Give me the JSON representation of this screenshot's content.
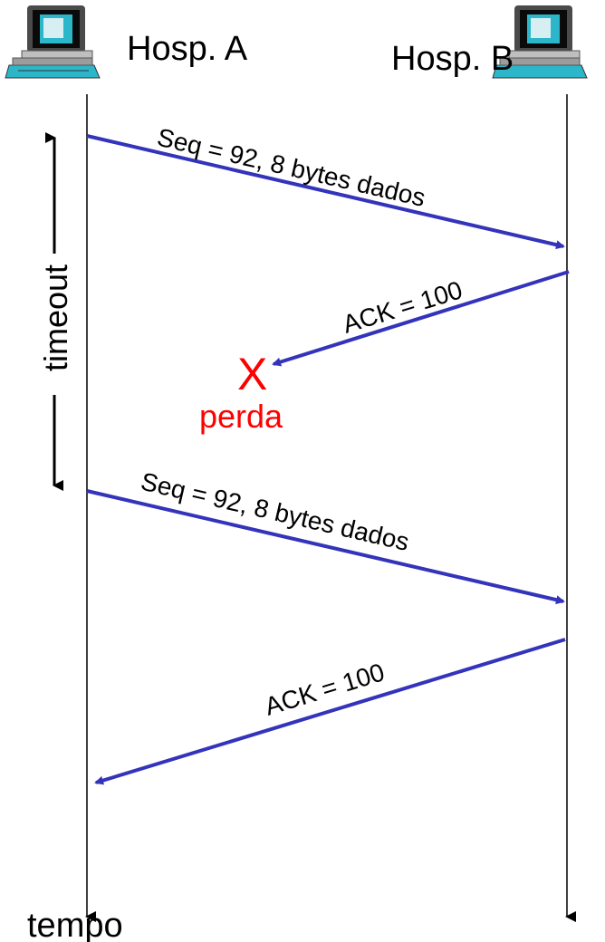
{
  "hosts": {
    "a_label": "Hosp. A",
    "b_label": "Hosp. B",
    "icon": "desktop-computer-icon"
  },
  "time_label": "tempo",
  "timeout_label": "timeout",
  "messages": {
    "seq1": "Seq = 92, 8 bytes dados",
    "ack1": "ACK = 100",
    "seq2": "Seq = 92, 8 bytes dados",
    "ack2": "ACK = 100"
  },
  "loss": {
    "mark": "X",
    "label": "perda"
  },
  "colors": {
    "arrow": "#3333bb",
    "loss": "#ff0000",
    "line": "#000000"
  }
}
